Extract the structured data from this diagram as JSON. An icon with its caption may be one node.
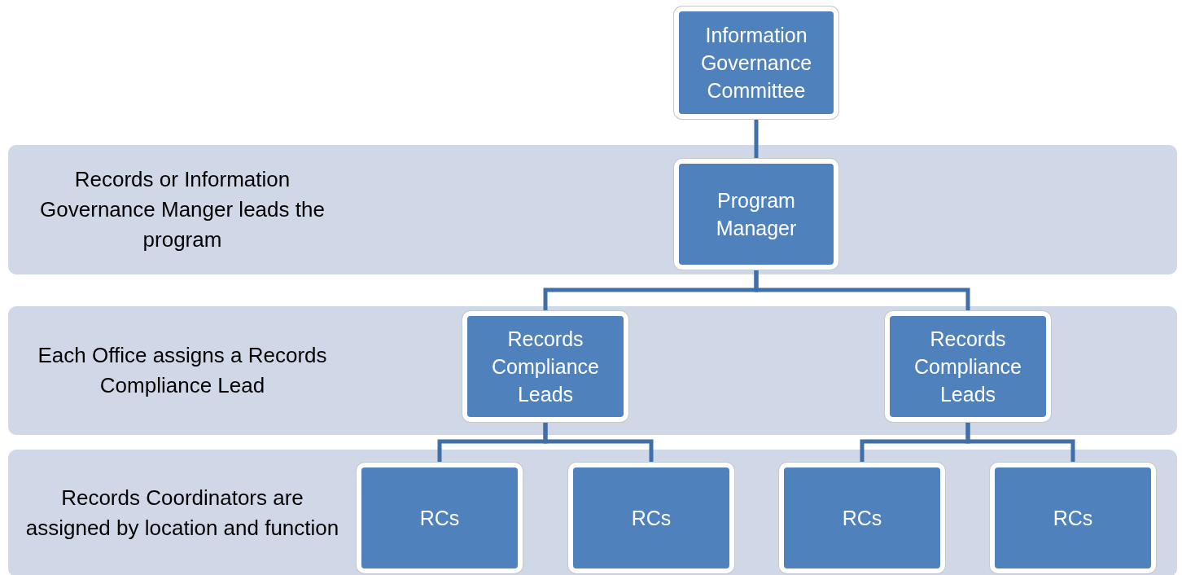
{
  "diagram": {
    "nodes": [
      {
        "text": [
          "Information Governance Committee"
        ]
      },
      {
        "text": [
          "Records or Information Governance Manger leads the program"
        ]
      },
      {
        "text": [
          "Program Manager"
        ],
        "in": 1
      },
      {
        "text": [
          "Each Office assigns a Records  Compliance Lead"
        ]
      },
      {
        "text": [
          "Records Compliance Leads"
        ],
        "in": 3
      },
      {
        "text": [
          "Records Compliance Leads"
        ],
        "in": 3
      },
      {
        "text": [
          "Records Coordinators are assigned by location and function"
        ]
      },
      {
        "text": [
          "RCs"
        ],
        "in": 6
      },
      {
        "text": [
          "RCs"
        ],
        "in": 6
      },
      {
        "text": [
          "RCs"
        ],
        "in": 6
      },
      {
        "text": [
          "RCs"
        ],
        "in": 6
      }
    ],
    "edges": [
      {
        "from": 0,
        "to": 2,
        "arrow": "none"
      },
      {
        "from": 2,
        "to": 4,
        "arrow": "none"
      },
      {
        "from": 2,
        "to": 5,
        "arrow": "none"
      },
      {
        "from": 4,
        "to": 7,
        "arrow": "none"
      },
      {
        "from": 4,
        "to": 8,
        "arrow": "none"
      },
      {
        "from": 5,
        "to": 9,
        "arrow": "none"
      },
      {
        "from": 5,
        "to": 10,
        "arrow": "none"
      }
    ]
  }
}
